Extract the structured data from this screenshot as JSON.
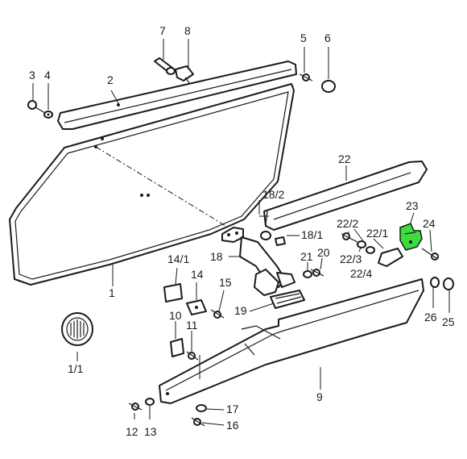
{
  "highlight_color": "#3ddc3d",
  "callouts": [
    {
      "id": "c1",
      "text": "1"
    },
    {
      "id": "c1-1",
      "text": "1/1"
    },
    {
      "id": "c2",
      "text": "2"
    },
    {
      "id": "c3",
      "text": "3"
    },
    {
      "id": "c4",
      "text": "4"
    },
    {
      "id": "c5",
      "text": "5"
    },
    {
      "id": "c6",
      "text": "6"
    },
    {
      "id": "c7",
      "text": "7"
    },
    {
      "id": "c8",
      "text": "8"
    },
    {
      "id": "c9",
      "text": "9"
    },
    {
      "id": "c10",
      "text": "10"
    },
    {
      "id": "c11",
      "text": "11"
    },
    {
      "id": "c12",
      "text": "12"
    },
    {
      "id": "c13",
      "text": "13"
    },
    {
      "id": "c14",
      "text": "14"
    },
    {
      "id": "c14-1",
      "text": "14/1"
    },
    {
      "id": "c15",
      "text": "15"
    },
    {
      "id": "c16",
      "text": "16"
    },
    {
      "id": "c17",
      "text": "17"
    },
    {
      "id": "c18",
      "text": "18"
    },
    {
      "id": "c18-1",
      "text": "18/1"
    },
    {
      "id": "c18-2",
      "text": "18/2"
    },
    {
      "id": "c19",
      "text": "19"
    },
    {
      "id": "c20",
      "text": "20"
    },
    {
      "id": "c21",
      "text": "21"
    },
    {
      "id": "c22",
      "text": "22"
    },
    {
      "id": "c22-1",
      "text": "22/1"
    },
    {
      "id": "c22-2",
      "text": "22/2"
    },
    {
      "id": "c22-3",
      "text": "22/3"
    },
    {
      "id": "c22-4",
      "text": "22/4"
    },
    {
      "id": "c23",
      "text": "23"
    },
    {
      "id": "c24",
      "text": "24"
    },
    {
      "id": "c25",
      "text": "25"
    },
    {
      "id": "c26",
      "text": "26"
    }
  ]
}
